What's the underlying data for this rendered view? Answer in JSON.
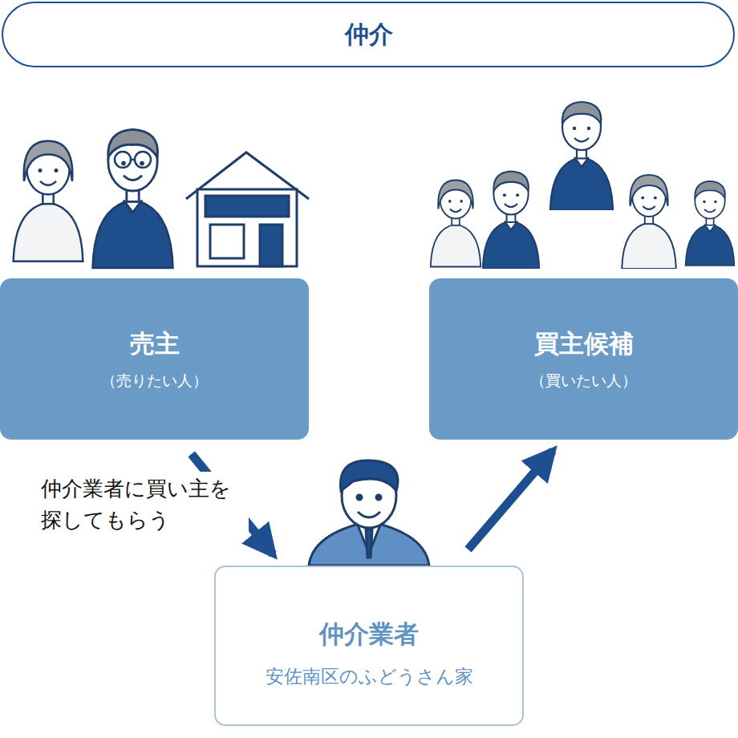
{
  "diagram": {
    "title": "仲介",
    "nodes": [
      {
        "text": [
          "売主",
          "（売りたい人）"
        ]
      },
      {
        "text": [
          "買主候補",
          "（買いたい人）"
        ]
      },
      {
        "text": [
          "仲介業者",
          "安佐南区のふどうさん家"
        ]
      }
    ],
    "edges": [
      {
        "from": 0,
        "to": 2,
        "label": "仲介業者に買い主を 探してもらう",
        "arrow": "to"
      },
      {
        "from": 2,
        "to": 1,
        "arrow": "to"
      }
    ]
  }
}
